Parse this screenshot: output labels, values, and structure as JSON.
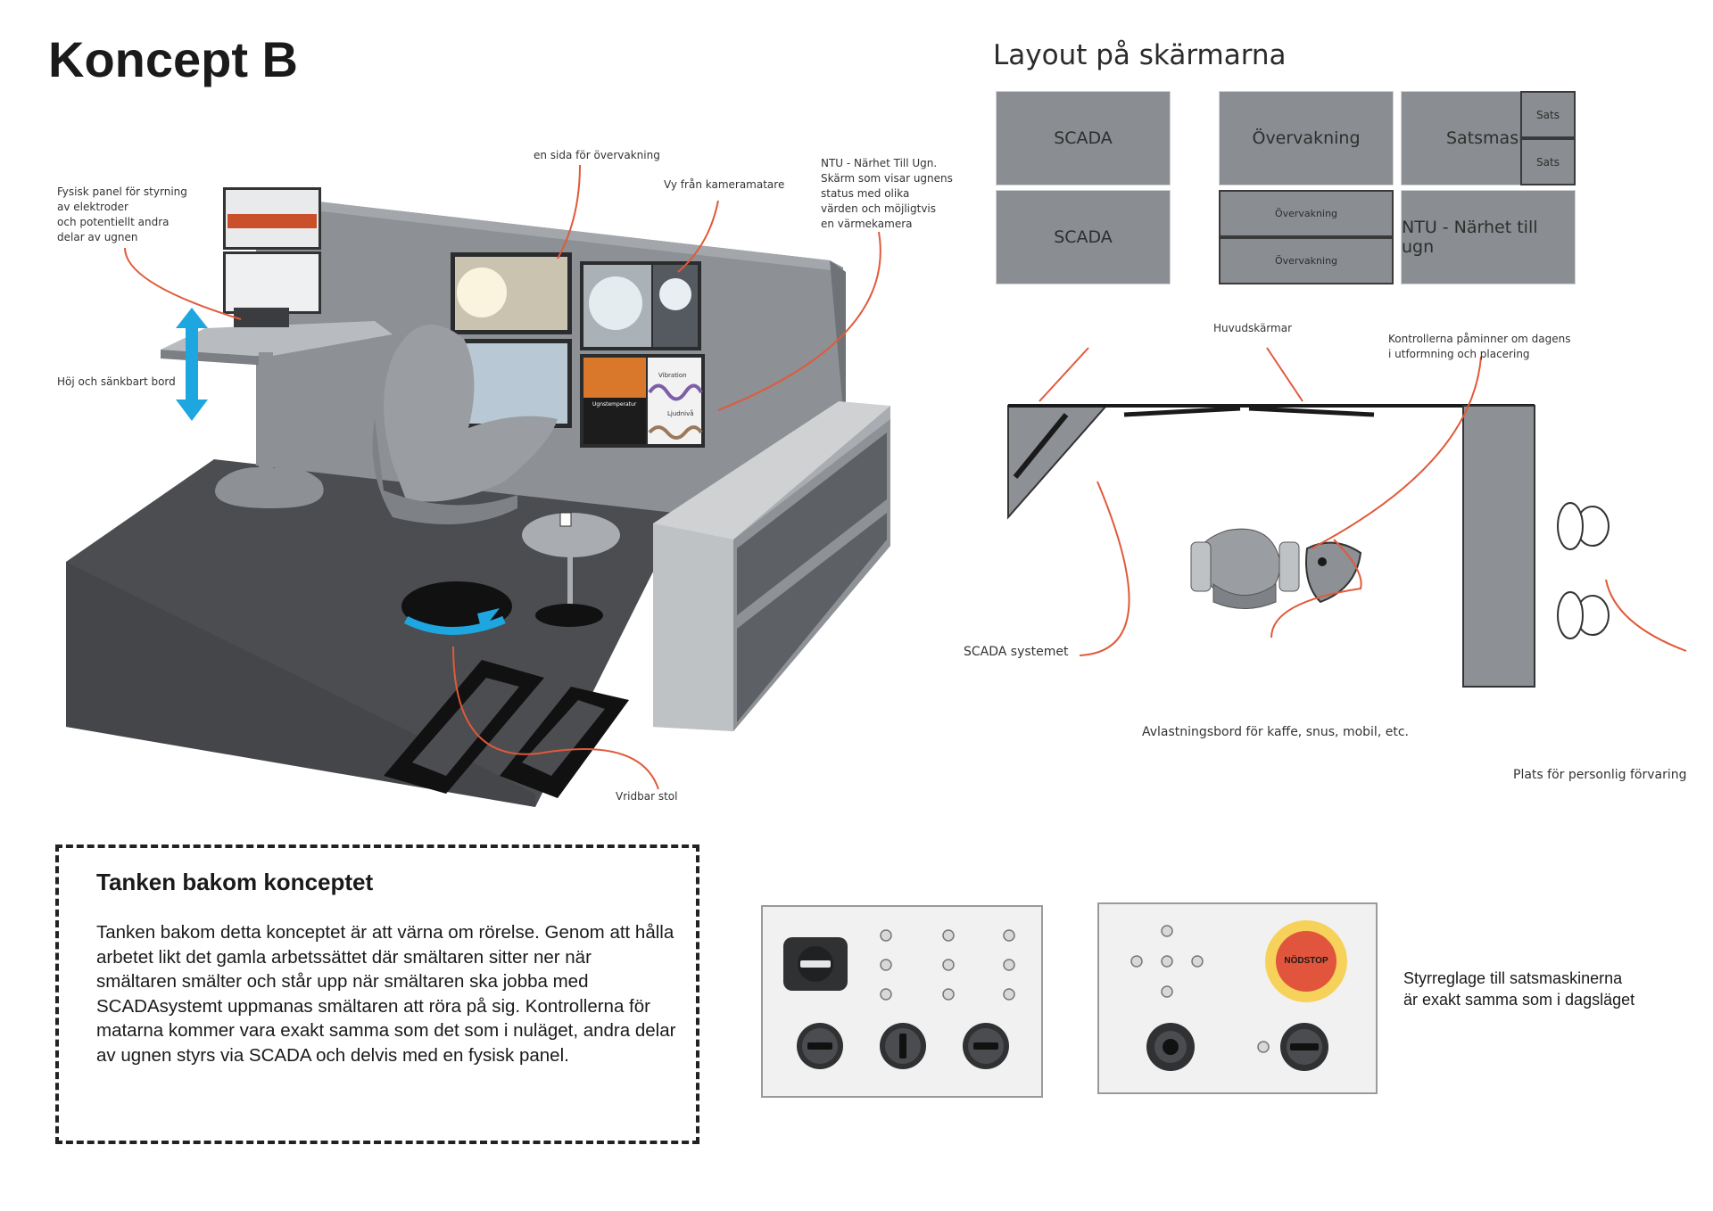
{
  "page_title": "Koncept B",
  "layout_title": "Layout på skärmarna",
  "screens": {
    "scada_1": "SCADA",
    "scada_2": "SCADA",
    "overvakning_main": "Övervakning",
    "satsmaski": "Satsmaski",
    "sats_1": "Sats",
    "sats_2": "Sats",
    "overvakning_top": "Övervakning",
    "overvakning_bottom": "Övervakning",
    "ntu": "NTU - Närhet till ugn"
  },
  "scene_labels": {
    "fysisk_panel": "Fysisk panel för styrning\nav elektroder\noch potentiellt andra\ndelar av ugnen",
    "hoj_sank": "Höj och sänkbart bord",
    "sida_overvakning": "en sida för övervakning",
    "vy_kamera": "Vy från kameramatare",
    "ntu_desc": "NTU - Närhet Till Ugn.\nSkärm som visar ugnens\nstatus med olika\n värden och möjligtvis\nen värmekamera",
    "vridbar_stol": "Vridbar stol"
  },
  "monitor_texts": {
    "vibration": "Vibration",
    "ljudnivå": "Ljudnivå",
    "ugnstemp": "Ugnstemperatur"
  },
  "plan_labels": {
    "huvudskarmar": "Huvudskärmar",
    "kontrollerna": "Kontrollerna påminner om dagens\ni utformning och placering",
    "scada_systemet": "SCADA systemet",
    "avlastningsbord": "Avlastningsbord för kaffe, snus, mobil, etc.",
    "personlig_forvaring": "Plats för personlig förvaring"
  },
  "concept": {
    "heading": "Tanken bakom konceptet",
    "body": "Tanken bakom detta konceptet är att värna om rörelse. Genom att hålla arbetet likt det gamla arbetssättet där smältaren sitter ner när smältaren smälter och står upp när smältaren ska jobba med SCADAsystemt uppmanas smältaren att röra på sig. Kontrollerna för matarna kommer  vara exakt samma som det som i nuläget, andra delar av ugnen styrs via SCADA och delvis med en fysisk panel."
  },
  "panels": {
    "nodstop": "NÖDSTOP",
    "note": "Styrreglage till satsmaskinerna\när exakt samma som i dagsläget"
  },
  "colors": {
    "screen_gray": "#8a8d91",
    "arrow_red": "#e05a3a",
    "accent_blue": "#1ea6e0",
    "nodstop_red": "#e0553c",
    "nodstop_yellow": "#f6d25a"
  }
}
